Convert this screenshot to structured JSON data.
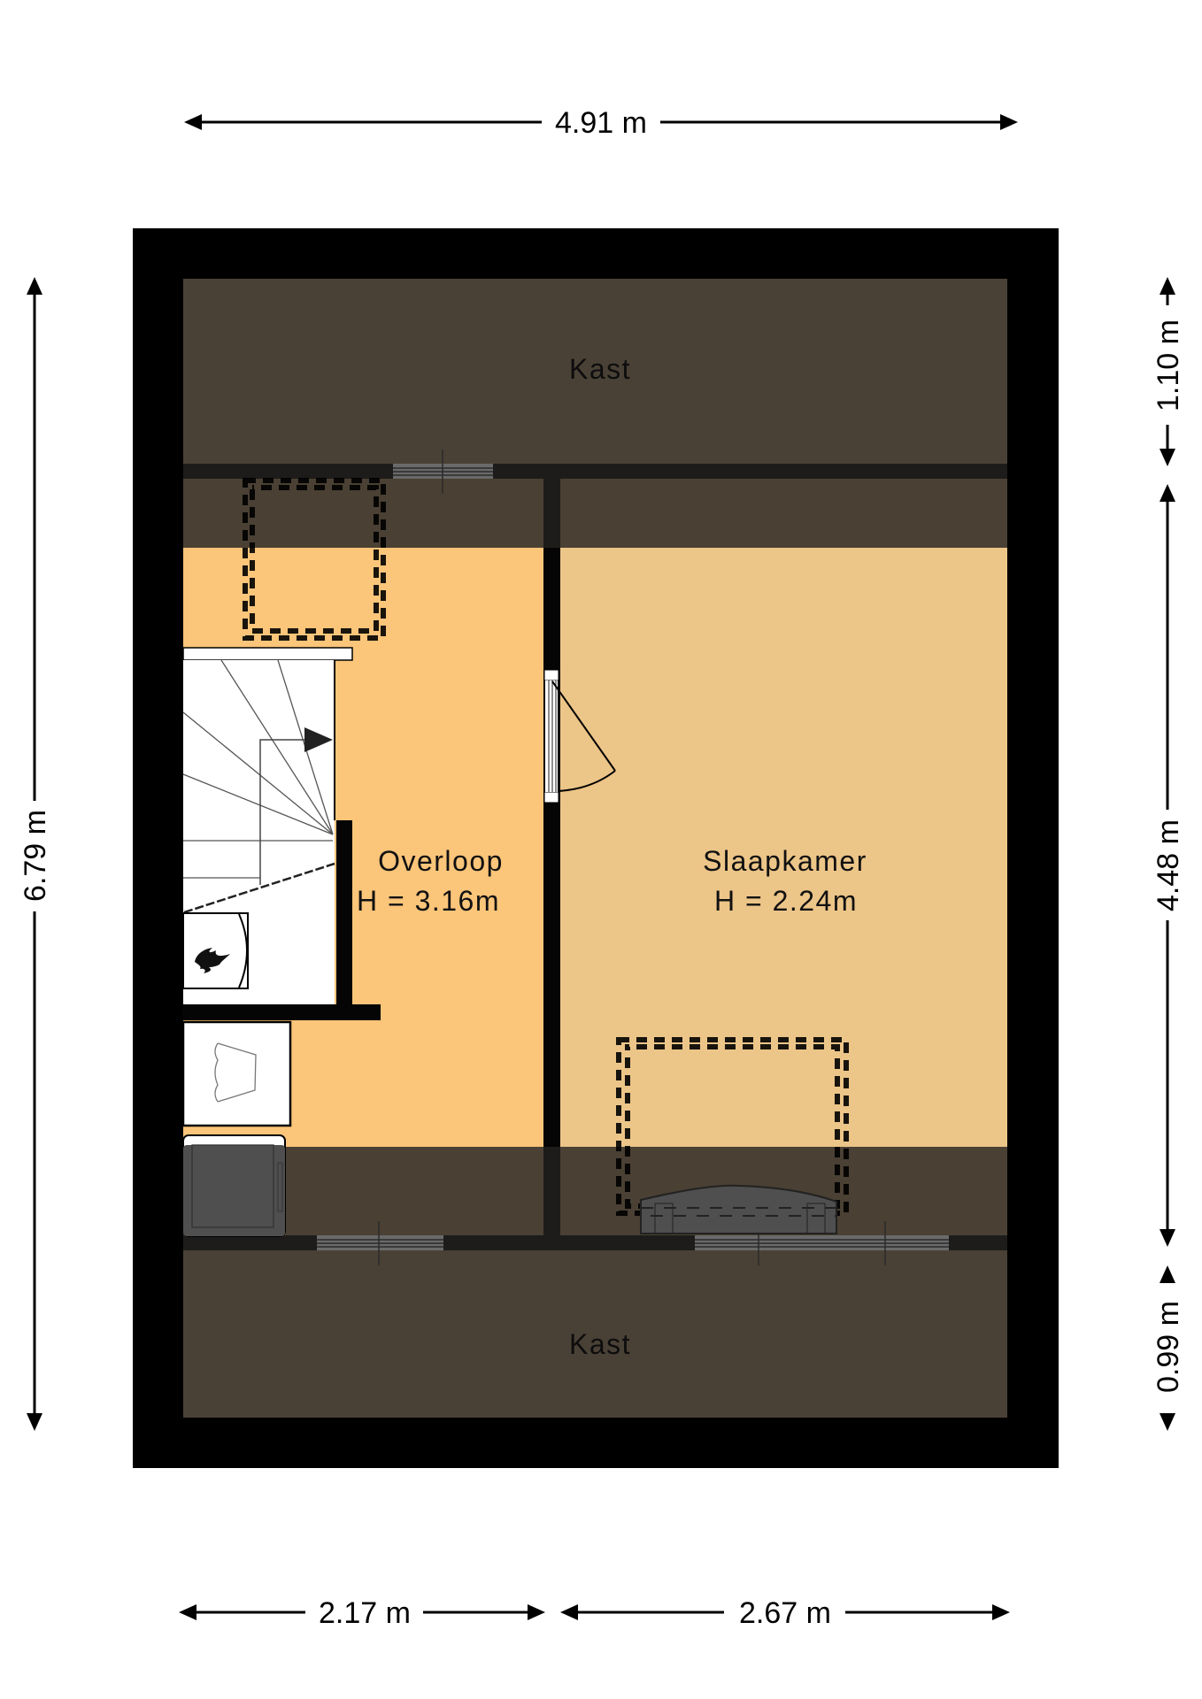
{
  "floorplan": {
    "colors": {
      "outer_wall": "#000000",
      "inner_wall": "#050505",
      "slope_wall": "#1d1c1a",
      "kast": "#4a4136",
      "slope_overlay": "#4a4033",
      "overloop": "#fbc57a",
      "slaapkamer": "#ecc588",
      "fixture_white": "#ffffff",
      "appliance_grey": "#4f4f4f",
      "window_grey": "#6a6a6a"
    },
    "dimensions": {
      "top_width": "4.91 m",
      "left_height": "6.79 m",
      "right_top": "1.10 m",
      "right_middle": "4.48 m",
      "right_bottom": "0.99 m",
      "bottom_left": "2.17 m",
      "bottom_right": "2.67 m"
    },
    "rooms": {
      "kast_top": {
        "name": "Kast"
      },
      "kast_bottom": {
        "name": "Kast"
      },
      "overloop": {
        "name": "Overloop",
        "height": "H = 3.16m"
      },
      "slaapkamer": {
        "name": "Slaapkamer",
        "height": "H = 2.24m"
      }
    },
    "symbols": [
      "stair-icon",
      "boiler-flame-icon",
      "washing-machine-icon",
      "sink-icon",
      "door-swing-icon",
      "skylight-dashed-outline",
      "radiator-icon",
      "window-icon"
    ]
  }
}
